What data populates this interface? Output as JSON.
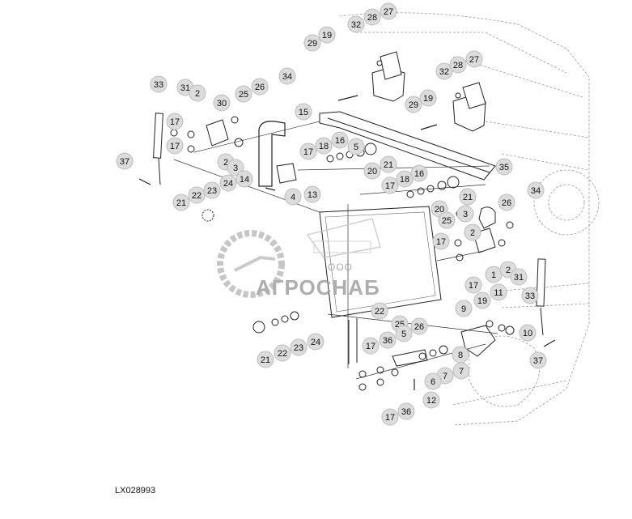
{
  "figure": {
    "code": "LX028993"
  },
  "watermark": {
    "sub": "ООО",
    "name": "АГРОСНАБ"
  },
  "callouts": [
    {
      "n": "33"
    },
    {
      "n": "31"
    },
    {
      "n": "2"
    },
    {
      "n": "30"
    },
    {
      "n": "25"
    },
    {
      "n": "26"
    },
    {
      "n": "34"
    },
    {
      "n": "29"
    },
    {
      "n": "19"
    },
    {
      "n": "32"
    },
    {
      "n": "28"
    },
    {
      "n": "27"
    },
    {
      "n": "32"
    },
    {
      "n": "28"
    },
    {
      "n": "27"
    },
    {
      "n": "29"
    },
    {
      "n": "19"
    },
    {
      "n": "15"
    },
    {
      "n": "17"
    },
    {
      "n": "17"
    },
    {
      "n": "2"
    },
    {
      "n": "3"
    },
    {
      "n": "37"
    },
    {
      "n": "14"
    },
    {
      "n": "4"
    },
    {
      "n": "13"
    },
    {
      "n": "17"
    },
    {
      "n": "18"
    },
    {
      "n": "16"
    },
    {
      "n": "5"
    },
    {
      "n": "20"
    },
    {
      "n": "21"
    },
    {
      "n": "35"
    },
    {
      "n": "22"
    },
    {
      "n": "23"
    },
    {
      "n": "24"
    },
    {
      "n": "21"
    },
    {
      "n": "17"
    },
    {
      "n": "18"
    },
    {
      "n": "16"
    },
    {
      "n": "21"
    },
    {
      "n": "20"
    },
    {
      "n": "34"
    },
    {
      "n": "26"
    },
    {
      "n": "3"
    },
    {
      "n": "2"
    },
    {
      "n": "25"
    },
    {
      "n": "17"
    },
    {
      "n": "1"
    },
    {
      "n": "2"
    },
    {
      "n": "31"
    },
    {
      "n": "17"
    },
    {
      "n": "33"
    },
    {
      "n": "11"
    },
    {
      "n": "9"
    },
    {
      "n": "19"
    },
    {
      "n": "10"
    },
    {
      "n": "22"
    },
    {
      "n": "25"
    },
    {
      "n": "26"
    },
    {
      "n": "21"
    },
    {
      "n": "22"
    },
    {
      "n": "23"
    },
    {
      "n": "24"
    },
    {
      "n": "17"
    },
    {
      "n": "36"
    },
    {
      "n": "5"
    },
    {
      "n": "7"
    },
    {
      "n": "6"
    },
    {
      "n": "7"
    },
    {
      "n": "8"
    },
    {
      "n": "37"
    },
    {
      "n": "12"
    },
    {
      "n": "17"
    },
    {
      "n": "36"
    }
  ]
}
